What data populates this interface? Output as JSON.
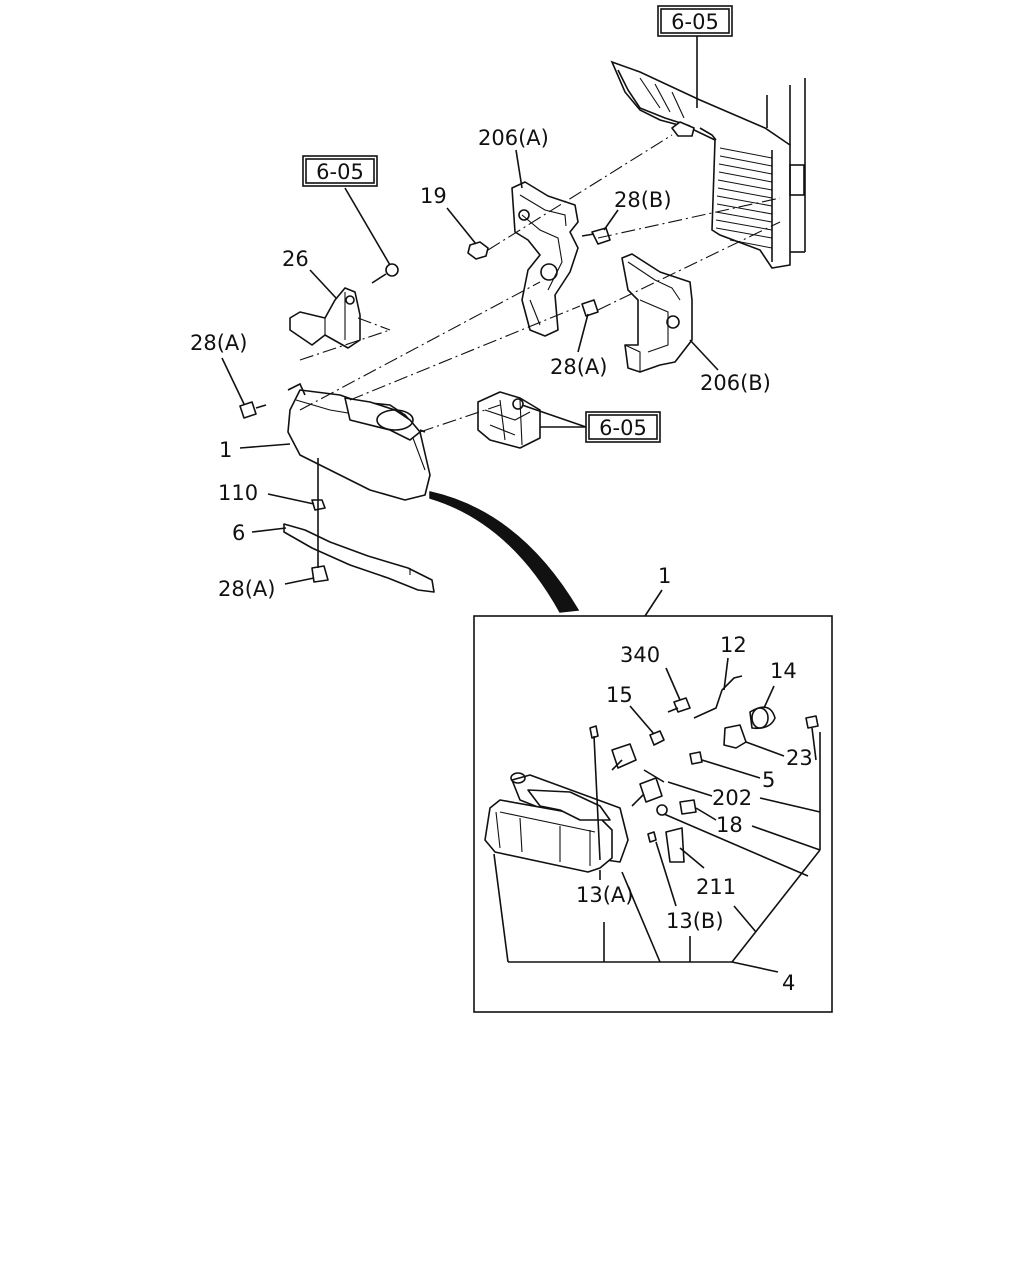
{
  "callouts": {
    "ref_box_top": "6-05",
    "ref_box_left": "6-05",
    "ref_box_mid": "6-05",
    "p206a": "206(A)",
    "p19": "19",
    "p28b": "28(B)",
    "p26": "26",
    "p28a_left": "28(A)",
    "p28a_mid": "28(A)",
    "p206b": "206(B)",
    "p1": "1",
    "p110": "110",
    "p6": "6",
    "p28a_bottom": "28(A)"
  },
  "detail": {
    "p1": "1",
    "p340": "340",
    "p12": "12",
    "p14": "14",
    "p15": "15",
    "p23": "23",
    "p5": "5",
    "p202": "202",
    "p18": "18",
    "p13a": "13(A)",
    "p211": "211",
    "p13b": "13(B)",
    "p4": "4"
  }
}
